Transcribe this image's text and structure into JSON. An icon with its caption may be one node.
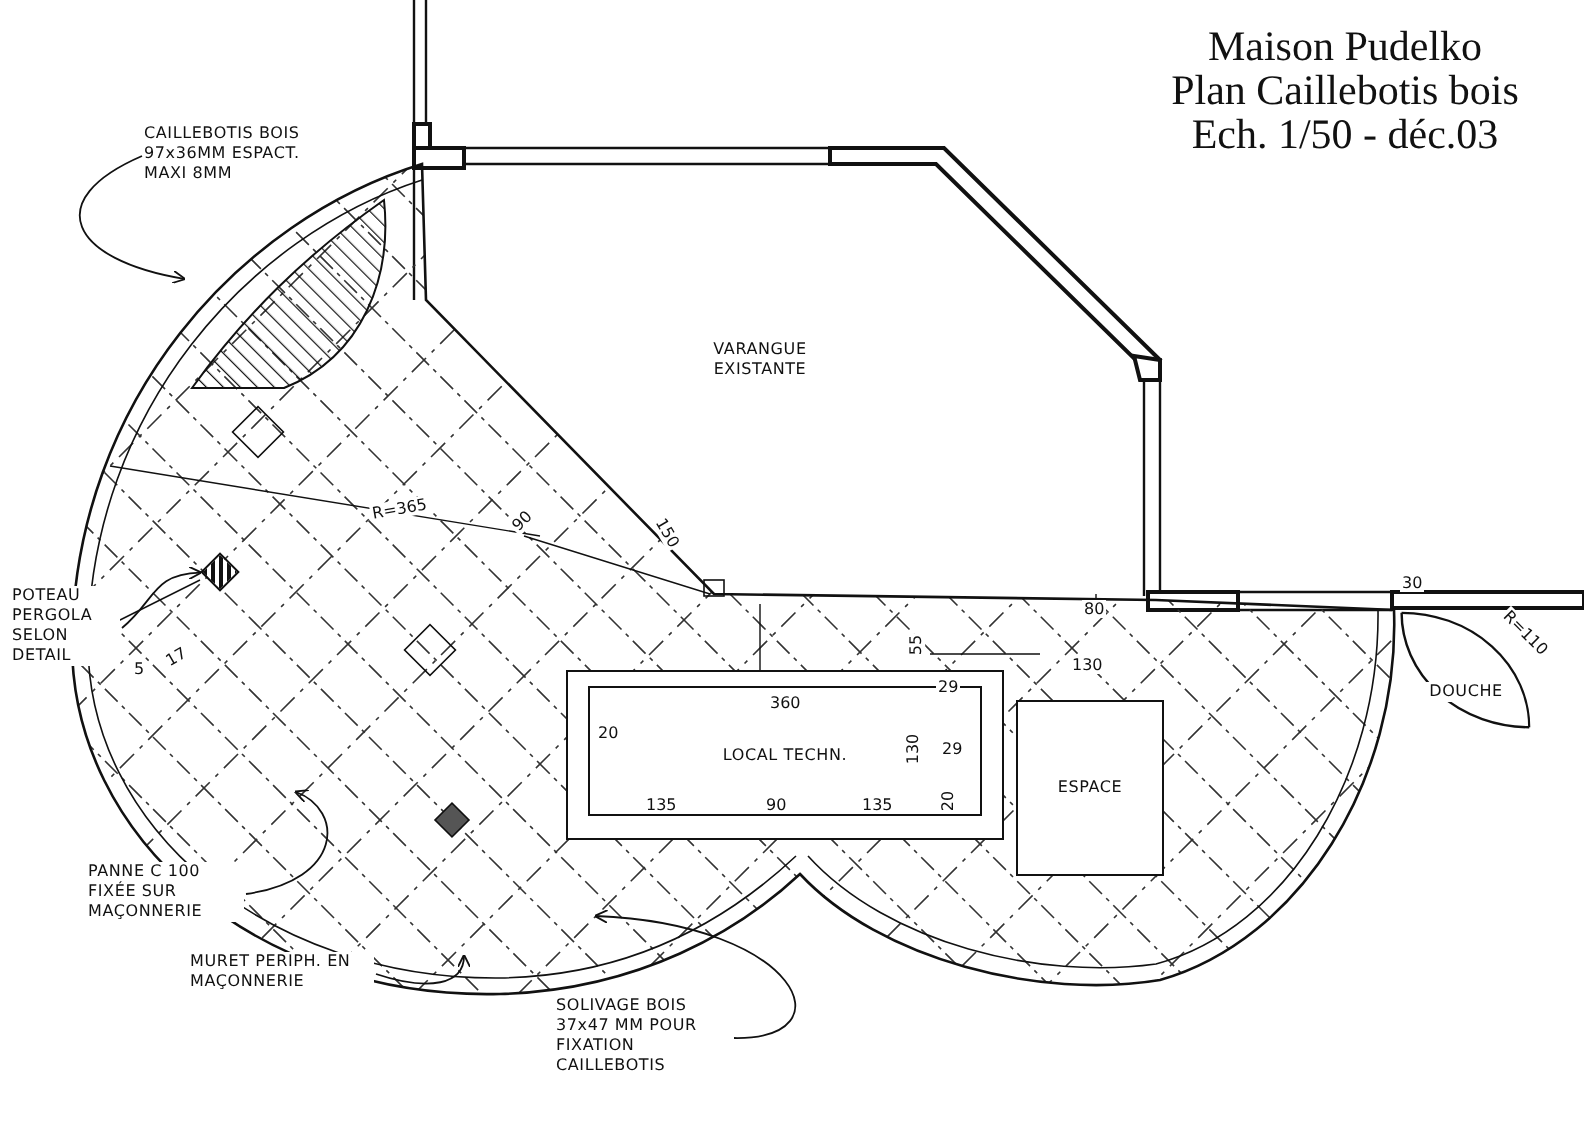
{
  "diagram": {
    "title": "Maison Pudelko Plan Caillebotis bois Ech. 1/50 - déc.03",
    "nodes": [
      {
        "text": [
          "VARANGUE EXISTANTE"
        ]
      },
      {
        "text": [
          "LOCAL TECHN."
        ]
      },
      {
        "text": [
          "ESPACE"
        ]
      },
      {
        "text": [
          "DOUCHE"
        ]
      },
      {
        "text": [
          "CAILLEBOTIS BOIS 97x36MM ESPACT. MAXI 8MM"
        ]
      },
      {
        "text": [],
        "shape": "picture"
      },
      {
        "text": [
          "POTEAU PERGOLA SELON DETAIL"
        ]
      },
      {
        "text": [],
        "shape": "box"
      },
      {
        "text": [
          "PANNE C 100 FIXÉE SUR MAÇONNERIE"
        ]
      },
      {
        "text": [
          "MURET PERIPH. EN MAÇONNERIE"
        ]
      },
      {
        "text": [
          "SOLIVAGE BOIS 37x47 MM POUR FIXATION CAILLEBOTIS"
        ]
      }
    ],
    "edges": [
      {
        "from": 4,
        "to": 5,
        "arrow": "to"
      },
      {
        "from": 6,
        "to": 7,
        "arrow": "to"
      },
      {
        "from": 8,
        "to": null,
        "arrow": "to"
      },
      {
        "from": 9,
        "to": null,
        "arrow": "to"
      },
      {
        "from": 10,
        "to": null,
        "arrow": "to"
      }
    ],
    "labels": [
      "R=365",
      "90",
      "150",
      "5",
      "17",
      "55",
      "80",
      "130",
      "360",
      "29",
      "20",
      "29",
      "130",
      "135",
      "90",
      "135",
      "20",
      "30",
      "R=110"
    ]
  }
}
